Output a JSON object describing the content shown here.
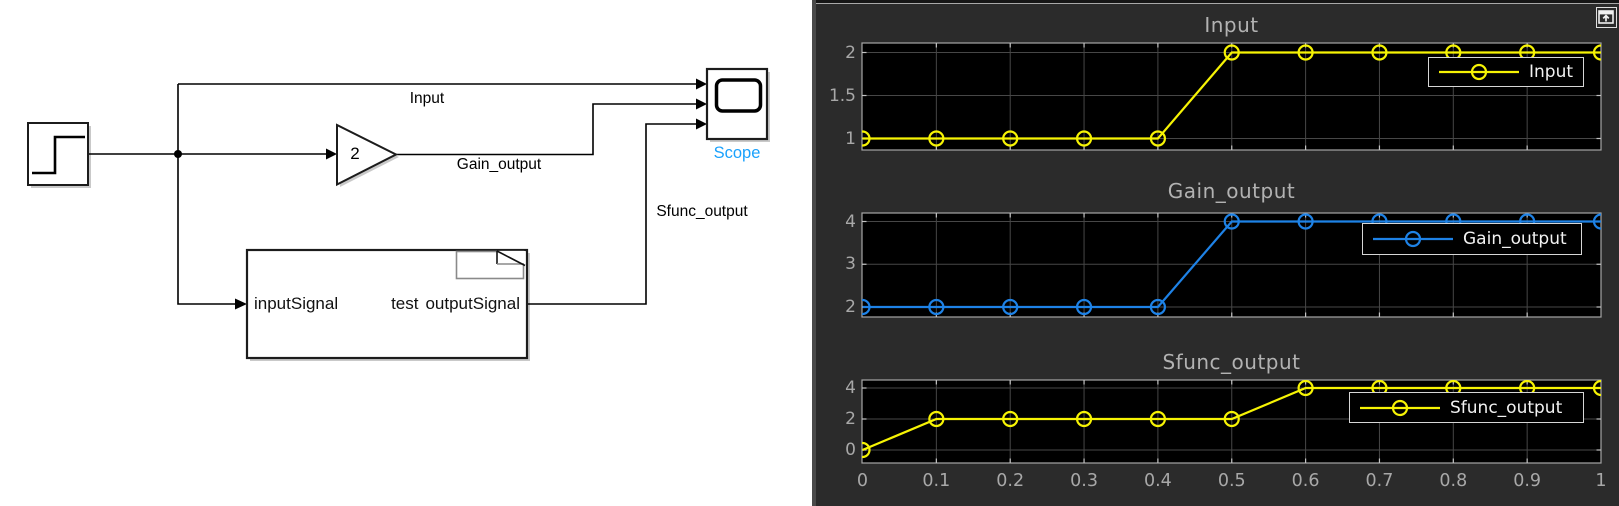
{
  "diagram": {
    "background_color": "#ffffff",
    "blocks": {
      "step": {
        "type": "step-source"
      },
      "gain": {
        "value": "2"
      },
      "subsystem": {
        "input_port_label": "inputSignal",
        "name": "test",
        "output_port_label": "outputSignal"
      },
      "scope": {
        "label": "Scope",
        "label_color": "#1aa1fc"
      }
    },
    "signal_labels": {
      "input": "Input",
      "gain_output": "Gain_output",
      "sfunc_output": "Sfunc_output"
    }
  },
  "scope_window": {
    "background_color": "#2b2b2b",
    "plot_background_color": "#000000",
    "grid_color": "#474747",
    "axes_border_color": "#a6a6a6",
    "tick_color": "#c3c3c3",
    "tick_label_color": "#a8a8a8",
    "title_color": "#b2b2b2",
    "legend_text_color": "#f2f2f2",
    "legend_border_color": "#d6d6d6",
    "popout_icon": "window-popout-icon"
  },
  "chart_data": [
    {
      "type": "line",
      "title": "Input",
      "legend": "Input",
      "color": "#f6f304",
      "marker": "circle",
      "x": [
        0,
        0.1,
        0.2,
        0.3,
        0.4,
        0.5,
        0.6,
        0.7,
        0.8,
        0.9,
        1
      ],
      "y": [
        1,
        1,
        1,
        1,
        1,
        2,
        2,
        2,
        2,
        2,
        2
      ],
      "yticks": [
        {
          "label": "2",
          "value": 2
        },
        {
          "label": "1.5",
          "value": 1.5
        },
        {
          "label": "1",
          "value": 1
        }
      ],
      "xlim": [
        0,
        1
      ],
      "grid": true,
      "legend_position": "upper right"
    },
    {
      "type": "line",
      "title": "Gain_output",
      "legend": "Gain_output",
      "color": "#1e82e6",
      "marker": "circle",
      "x": [
        0,
        0.1,
        0.2,
        0.3,
        0.4,
        0.5,
        0.6,
        0.7,
        0.8,
        0.9,
        1
      ],
      "y": [
        2,
        2,
        2,
        2,
        2,
        4,
        4,
        4,
        4,
        4,
        4
      ],
      "yticks": [
        {
          "label": "4",
          "value": 4
        },
        {
          "label": "3",
          "value": 3
        },
        {
          "label": "2",
          "value": 2
        }
      ],
      "xlim": [
        0,
        1
      ],
      "grid": true,
      "legend_position": "upper right"
    },
    {
      "type": "line",
      "title": "Sfunc_output",
      "legend": "Sfunc_output",
      "color": "#f6f304",
      "marker": "circle",
      "x": [
        0,
        0.1,
        0.2,
        0.3,
        0.4,
        0.5,
        0.6,
        0.7,
        0.8,
        0.9,
        1
      ],
      "y": [
        0,
        2,
        2,
        2,
        2,
        2,
        4,
        4,
        4,
        4,
        4
      ],
      "yticks": [
        {
          "label": "4",
          "value": 4
        },
        {
          "label": "2",
          "value": 2
        },
        {
          "label": "0",
          "value": 0
        }
      ],
      "xtick_labels": [
        "0",
        "0.1",
        "0.2",
        "0.3",
        "0.4",
        "0.5",
        "0.6",
        "0.7",
        "0.8",
        "0.9",
        "1"
      ],
      "xlim": [
        0,
        1
      ],
      "grid": true,
      "legend_position": "upper right"
    }
  ]
}
